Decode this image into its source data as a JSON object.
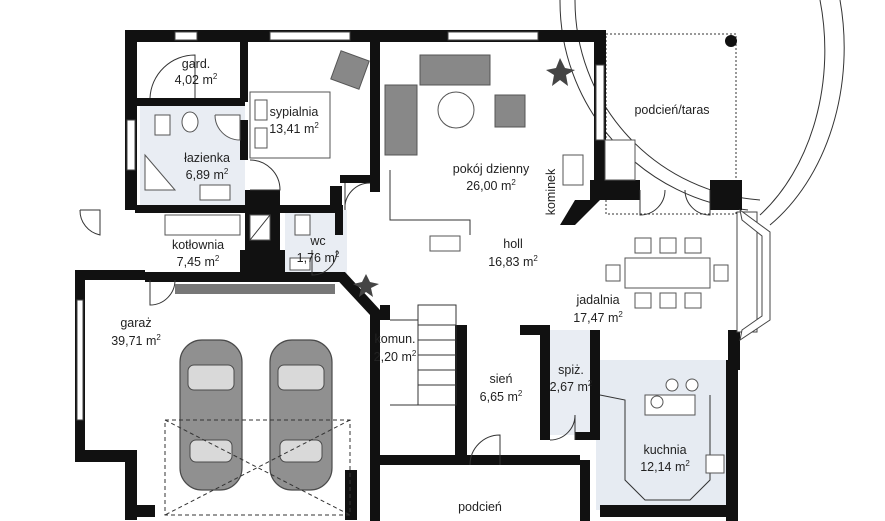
{
  "rooms": {
    "gard": {
      "name": "gard.",
      "area": "4,02 m",
      "sup": "2"
    },
    "sypialnia": {
      "name": "sypialnia",
      "area": "13,41 m",
      "sup": "2"
    },
    "lazienka": {
      "name": "łazienka",
      "area": "6,89 m",
      "sup": "2"
    },
    "kotlownia": {
      "name": "kotłownia",
      "area": "7,45 m",
      "sup": "2"
    },
    "wc": {
      "name": "wc",
      "area": "1,76 m",
      "sup": "2"
    },
    "pokoj": {
      "name": "pokój dzienny",
      "area": "26,00 m",
      "sup": "2"
    },
    "kominek": {
      "name": "kominek"
    },
    "podcien_taras": {
      "name": "podcień/taras"
    },
    "holl": {
      "name": "holl",
      "area": "16,83 m",
      "sup": "2"
    },
    "jadalnia": {
      "name": "jadalnia",
      "area": "17,47 m",
      "sup": "2"
    },
    "garaz": {
      "name": "garaż",
      "area": "39,71 m",
      "sup": "2"
    },
    "komun": {
      "name": "komun.",
      "area": "2,20 m",
      "sup": "2"
    },
    "sien": {
      "name": "sień",
      "area": "6,65 m",
      "sup": "2"
    },
    "spiz": {
      "name": "spiż.",
      "area": "2,67 m",
      "sup": "2"
    },
    "kuchnia": {
      "name": "kuchnia",
      "area": "12,14 m",
      "sup": "2"
    },
    "podcien": {
      "name": "podcień"
    }
  },
  "colors": {
    "wall": "#111111",
    "tile": "#e9edf3",
    "furniture": "#888888",
    "plant": "#444444"
  }
}
